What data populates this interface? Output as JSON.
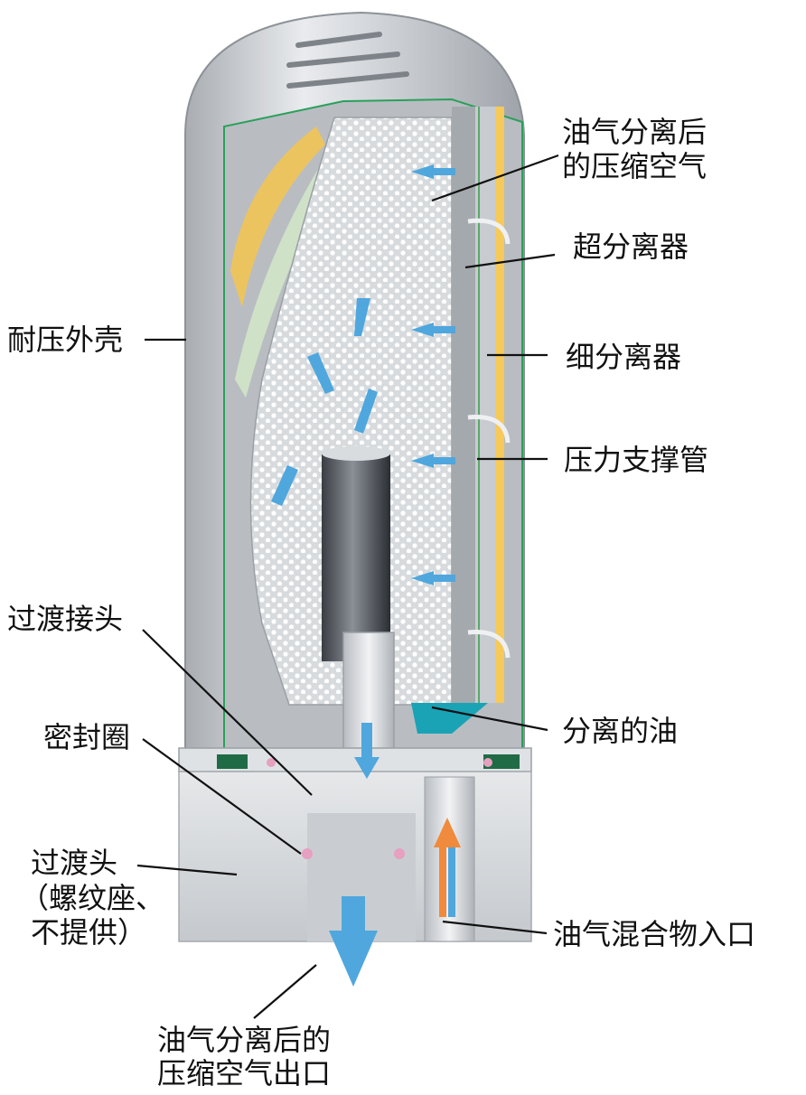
{
  "labels": {
    "separated_air_line1": "油气分离后",
    "separated_air_line2": "的压缩空气",
    "super_separator": "超分离器",
    "pressure_shell": "耐压外壳",
    "fine_separator": "细分离器",
    "pressure_support_tube": "压力支撑管",
    "transition_joint": "过渡接头",
    "separated_oil": "分离的油",
    "seal_ring": "密封圈",
    "transition_head_line1": "过渡头",
    "transition_head_line2": "（螺纹座、",
    "transition_head_line3": "不提供）",
    "mixture_inlet": "油气混合物入口",
    "outlet_line1": "油气分离后的",
    "outlet_line2": "压缩空气出口"
  },
  "colors": {
    "shell_gray": "#c9ccd0",
    "shell_highlight": "#eef0f2",
    "shell_outline": "#2aa05a",
    "filter_media": "#dfe2e5",
    "fine_layer_yellow": "#f5c95a",
    "flow_arrow_blue": "#4fa7dd",
    "inlet_arrow_orange": "#f08a3c",
    "oil_teal": "#1aa3b5",
    "seal_pink": "#e6a0c0"
  }
}
